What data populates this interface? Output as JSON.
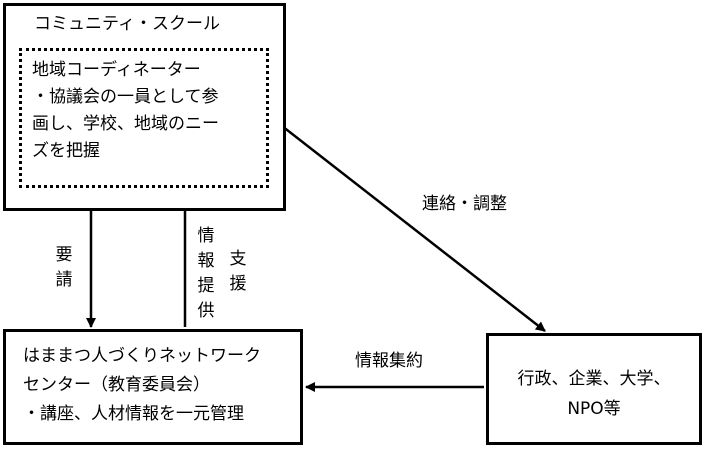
{
  "community_school": {
    "title": "コミュニティ・スクール",
    "coordinator": {
      "lines": [
        "地域コーディネーター",
        "・協議会の一員として参",
        "画し、学校、地域のニー",
        "ズを把握"
      ]
    }
  },
  "center": {
    "lines": [
      "はままつ人づくりネットワーク",
      "センター（教育委員会）",
      "・講座、人材情報を一元管理"
    ]
  },
  "partners": {
    "lines": [
      "行政、企業、大学、",
      "NPO等"
    ]
  },
  "labels": {
    "request": [
      "要",
      "請"
    ],
    "info_provide": [
      "情",
      "報",
      "提",
      "供"
    ],
    "support": [
      "支",
      "援"
    ],
    "liaison": "連絡・調整",
    "info_collect": "情報集約"
  }
}
